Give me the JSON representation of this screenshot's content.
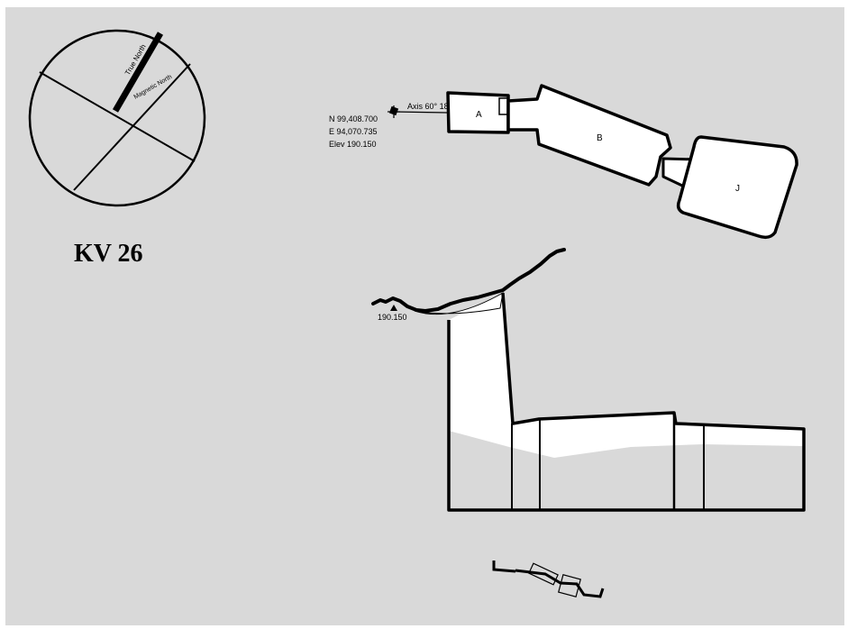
{
  "diagram": {
    "title": "KV 26",
    "compass": {
      "true_north_label": "True North",
      "magnetic_north_label": "Magnetic North"
    },
    "plan": {
      "axis_label": "Axis 60° 18' 47\"",
      "survey_point": {
        "northing": "N  99,408.700",
        "easting": "E  94,070.735",
        "elevation": "Elev  190.150"
      },
      "chambers": [
        "A",
        "B",
        "J"
      ]
    },
    "section": {
      "datum_label": "190.150"
    },
    "colors": {
      "background": "#d9d9d9",
      "void": "#ffffff",
      "line": "#000000"
    }
  }
}
